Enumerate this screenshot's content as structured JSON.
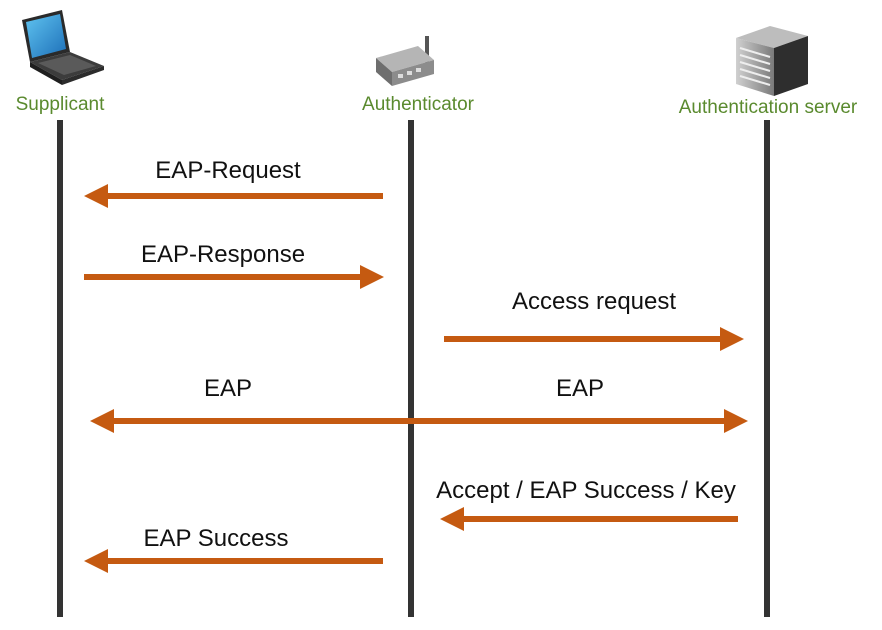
{
  "colors": {
    "actor_label": "#5a8a2e",
    "lifeline": "#333333",
    "arrow": "#c55a11"
  },
  "actors": [
    {
      "id": "supplicant",
      "label": "Supplicant",
      "icon": "laptop-icon"
    },
    {
      "id": "authenticator",
      "label": "Authenticator",
      "icon": "router-icon"
    },
    {
      "id": "server",
      "label": "Authentication server",
      "icon": "server-icon"
    }
  ],
  "messages": [
    {
      "label": "EAP-Request",
      "from": "authenticator",
      "to": "supplicant"
    },
    {
      "label": "EAP-Response",
      "from": "supplicant",
      "to": "authenticator"
    },
    {
      "label": "Access request",
      "from": "authenticator",
      "to": "server"
    },
    {
      "label_left": "EAP",
      "label_right": "EAP",
      "from": "supplicant",
      "to": "server",
      "bidirectional": true
    },
    {
      "label": "Accept / EAP Success / Key",
      "from": "server",
      "to": "authenticator"
    },
    {
      "label": "EAP Success",
      "from": "authenticator",
      "to": "supplicant"
    }
  ]
}
